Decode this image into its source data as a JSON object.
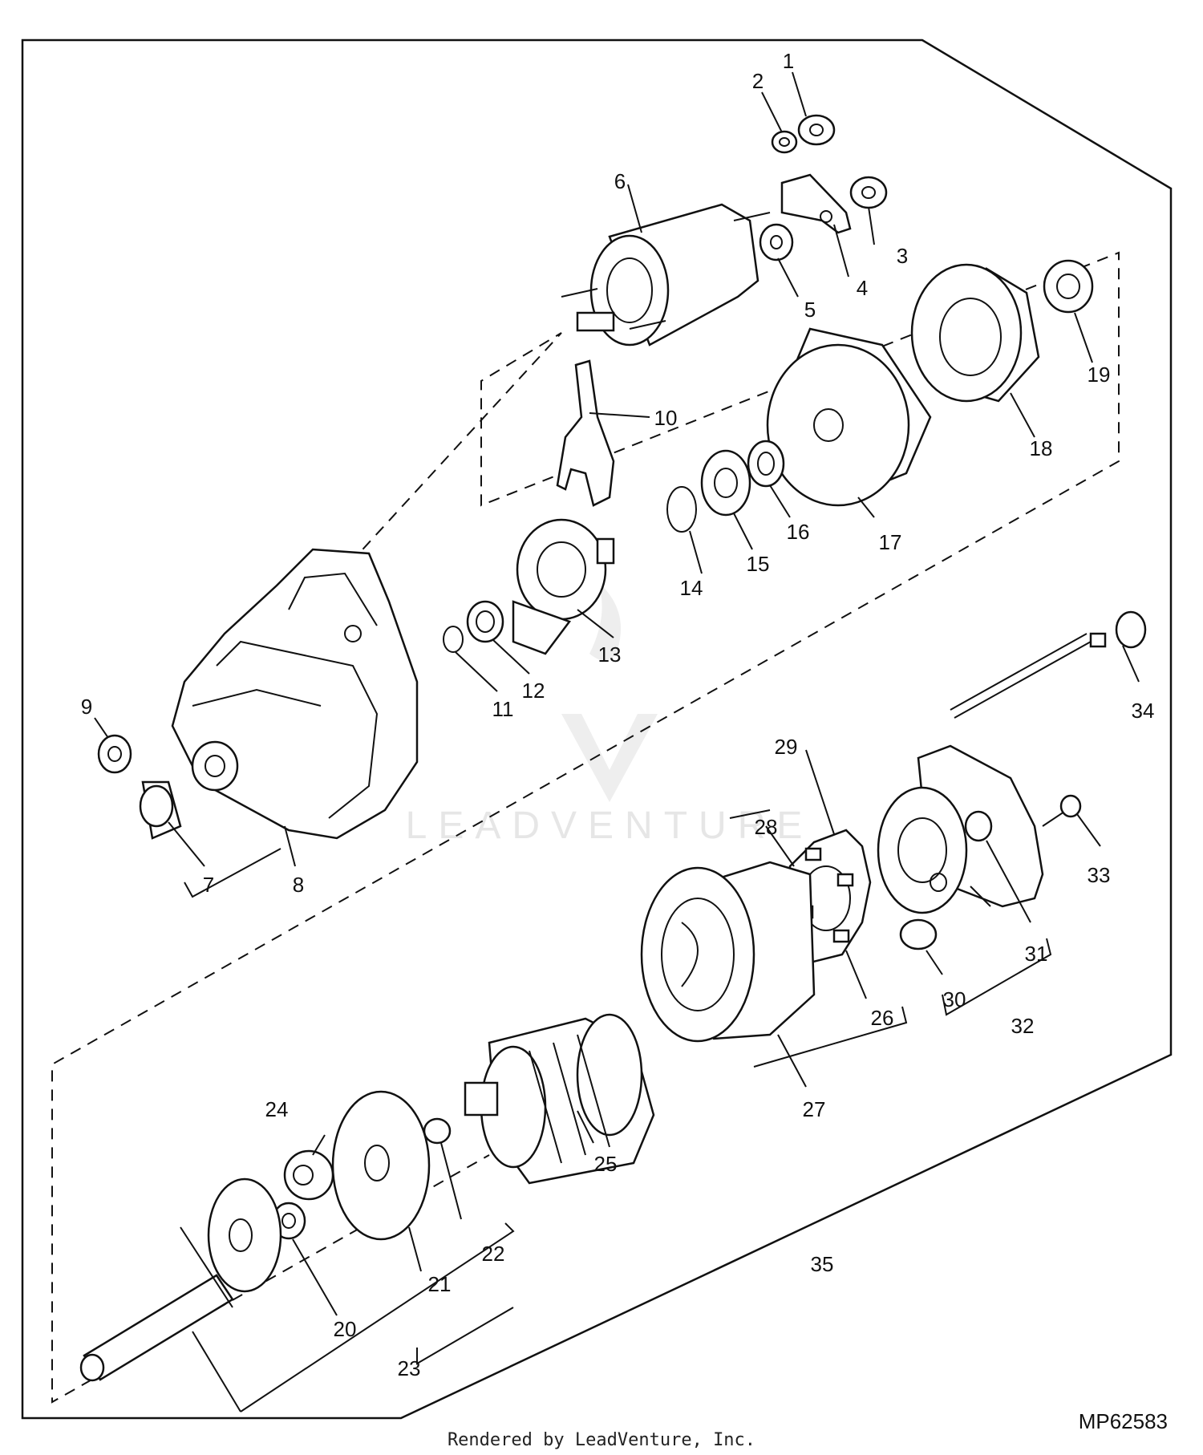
{
  "callouts": [
    "1",
    "2",
    "3",
    "4",
    "5",
    "6",
    "7",
    "8",
    "9",
    "10",
    "11",
    "12",
    "13",
    "14",
    "15",
    "16",
    "17",
    "18",
    "19",
    "20",
    "21",
    "22",
    "23",
    "24",
    "25",
    "26",
    "27",
    "28",
    "29",
    "30",
    "31",
    "32",
    "33",
    "34",
    "35"
  ],
  "watermark": "LEADVENTURE",
  "drawing_code": "MP62583",
  "credit": "Rendered by LeadVenture, Inc."
}
